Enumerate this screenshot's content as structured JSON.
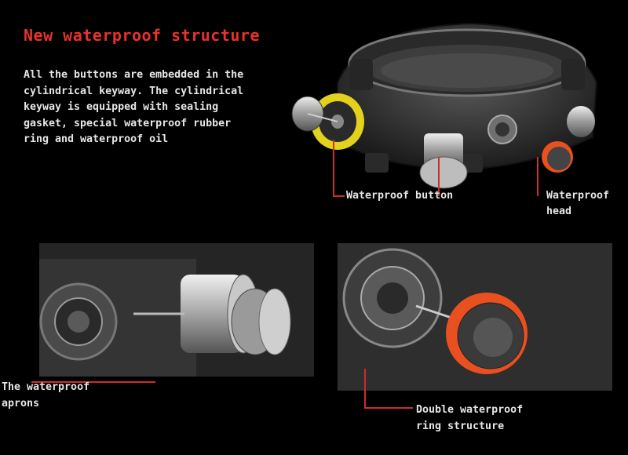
{
  "heading": "New waterproof structure",
  "description": [
    "All the buttons are embedded in the",
    "cylindrical keyway. The cylindrical",
    "keyway is equipped with sealing",
    "gasket, special waterproof rubber",
    "ring and waterproof oil"
  ],
  "labels": {
    "waterproof_button": "Waterproof button",
    "waterproof_head_1": "Waterproof",
    "waterproof_head_2": "head",
    "aprons_1": "The waterproof",
    "aprons_2": "aprons",
    "double_ring_1": "Double waterproof",
    "double_ring_2": "ring structure"
  },
  "colors": {
    "accent": "#e8322a",
    "text": "#e6e6e6",
    "background": "#000000",
    "gasket_yellow": "#e3d21c",
    "ring_orange": "#e8501f"
  }
}
